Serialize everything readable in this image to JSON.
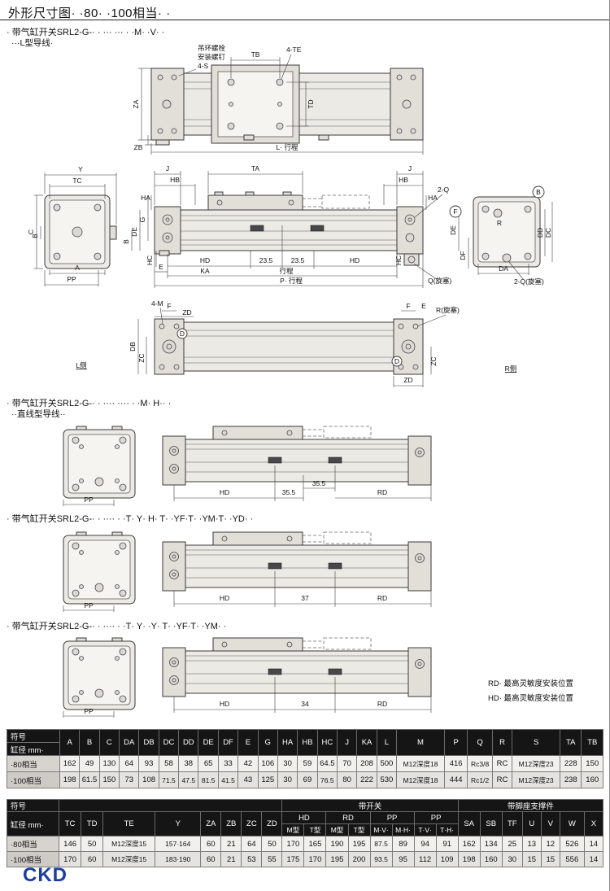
{
  "page": {
    "title": "外形尺寸图· ·80· ·100相当· ·",
    "logo": "CKD"
  },
  "s1": {
    "h": "· 带气缸开关SRL2-G-· · ··· ··· · ·M· ·V· ·",
    "sub": "···L型导线·"
  },
  "s2": {
    "h": "· 带气缸开关SRL2-G-· · ···· ···· · ·M· H·· ·",
    "sub": "··直线型导线··"
  },
  "s3": {
    "h": "· 带气缸开关SRL2-G-· · ···· · ·T· Y· H· T· ·YF·T· ·YM·T· ·YD· ·"
  },
  "s4": {
    "h": "· 带气缸开关SRL2-G-· · ···· · ·T· Y· ·Y· T· ·YF·T· ·YM· ·"
  },
  "notes": {
    "rd": "RD· 最高灵敏度安装位置",
    "hd": "HD· 最高灵敏度安装位置"
  },
  "d1": {
    "eyebolt": "吊环螺栓",
    "screw": "安装螺钉",
    "s4": "4-S",
    "tb": "TB",
    "te4": "4-TE",
    "td": "TD",
    "za": "ZA",
    "zb": "ZB",
    "l": "L· 行程"
  },
  "d2": {
    "y": "Y",
    "tc": "TC",
    "c": "C",
    "b_left": "B",
    "a": "A",
    "pp": "PP",
    "j_l": "J",
    "hb_l": "HB",
    "ha_l": "HA",
    "ta": "TA",
    "j_r": "J",
    "hb_r": "HB",
    "ha_r": "HA",
    "q2": "2-Q",
    "g": "G",
    "de_l": "DE",
    "b_main": "B",
    "hc_l": "HC",
    "e": "E",
    "hd_l": "HD",
    "d235a": "23.5",
    "d235b": "23.5",
    "hd_r": "HD",
    "hc_r": "HC",
    "ka": "KA",
    "stroke": "行程",
    "p": "P· 行程",
    "de_r": "DE",
    "df": "DF",
    "q_plug": "Q(旋塞)",
    "f_circ": "F",
    "b_circ": "B",
    "r": "R",
    "dd": "DD",
    "dc": "DC",
    "da": "DA",
    "q2_plug": "2-Q(旋塞)"
  },
  "d3": {
    "m4": "4-M",
    "f_l": "F",
    "zd_t": "ZD",
    "f_r": "F",
    "e": "E",
    "r_plug": "R(旋塞)",
    "db": "DB",
    "zc_l": "ZC",
    "d": "D",
    "l_side": "L侧",
    "r_side": "R侧",
    "zc_r": "ZC",
    "zd_b": "ZD"
  },
  "d4": {
    "pp": "PP",
    "hd": "HD",
    "m1": "35.5",
    "m2": "35.5",
    "rd": "RD"
  },
  "d5": {
    "pp": "PP",
    "hd": "HD",
    "m": "37",
    "rd": "RD"
  },
  "d6": {
    "pp": "PP",
    "hd": "HD",
    "m": "34",
    "rd": "RD"
  },
  "t1": {
    "sym": "符号",
    "bore": "缸径 mm·",
    "cols": [
      "A",
      "B",
      "C",
      "DA",
      "DB",
      "DC",
      "DD",
      "DE",
      "DF",
      "E",
      "G",
      "HA",
      "HB",
      "HC",
      "J",
      "KA",
      "L",
      "M",
      "P",
      "Q",
      "R",
      "S",
      "TA",
      "TB"
    ],
    "r80_label": "·80相当",
    "r80": [
      "162",
      "49",
      "130",
      "64",
      "93",
      "58",
      "38",
      "65",
      "33",
      "42",
      "106",
      "30",
      "59",
      "64.5",
      "70",
      "208",
      "500",
      "M12深度18",
      "416",
      "Rc3/8",
      "RC",
      "M12深度23",
      "228",
      "150"
    ],
    "r100_label": "·100相当",
    "r100": [
      "198",
      "61.5",
      "150",
      "73",
      "108",
      "71.5",
      "47.5",
      "81.5",
      "41.5",
      "43",
      "125",
      "30",
      "69",
      "76.5",
      "80",
      "222",
      "530",
      "M12深度18",
      "444",
      "Rc1/2",
      "RC",
      "M12深度23",
      "238",
      "160"
    ]
  },
  "t2": {
    "sym": "符号",
    "bore": "缸径 mm·",
    "g_switch": "带开关",
    "g_foot": "带脚座支撑件",
    "cols": [
      "TC",
      "TD",
      "TE",
      "Y",
      "ZA",
      "ZB",
      "ZC",
      "ZD"
    ],
    "hd": "HD",
    "rd": "RD",
    "pp1": "PP",
    "pp2": "PP",
    "subs": [
      "M型",
      "T型",
      "M型",
      "T型",
      "M·V·",
      "M·H·",
      "T·V·",
      "T·H·"
    ],
    "foot": [
      "SA",
      "SB",
      "TF",
      "U",
      "V",
      "W",
      "X"
    ],
    "r80_label": "·80相当",
    "r80": [
      "146",
      "50",
      "M12深度15",
      "157·164",
      "60",
      "21",
      "64",
      "50",
      "170",
      "165",
      "190",
      "195",
      "87.5",
      "89",
      "94",
      "91",
      "162",
      "134",
      "25",
      "13",
      "12",
      "526",
      "14"
    ],
    "r100_label": "·100相当",
    "r100": [
      "170",
      "60",
      "M12深度15",
      "183·190",
      "60",
      "21",
      "53",
      "55",
      "175",
      "170",
      "195",
      "200",
      "93.5",
      "95",
      "112",
      "109",
      "198",
      "160",
      "30",
      "15",
      "15",
      "556",
      "14"
    ]
  }
}
